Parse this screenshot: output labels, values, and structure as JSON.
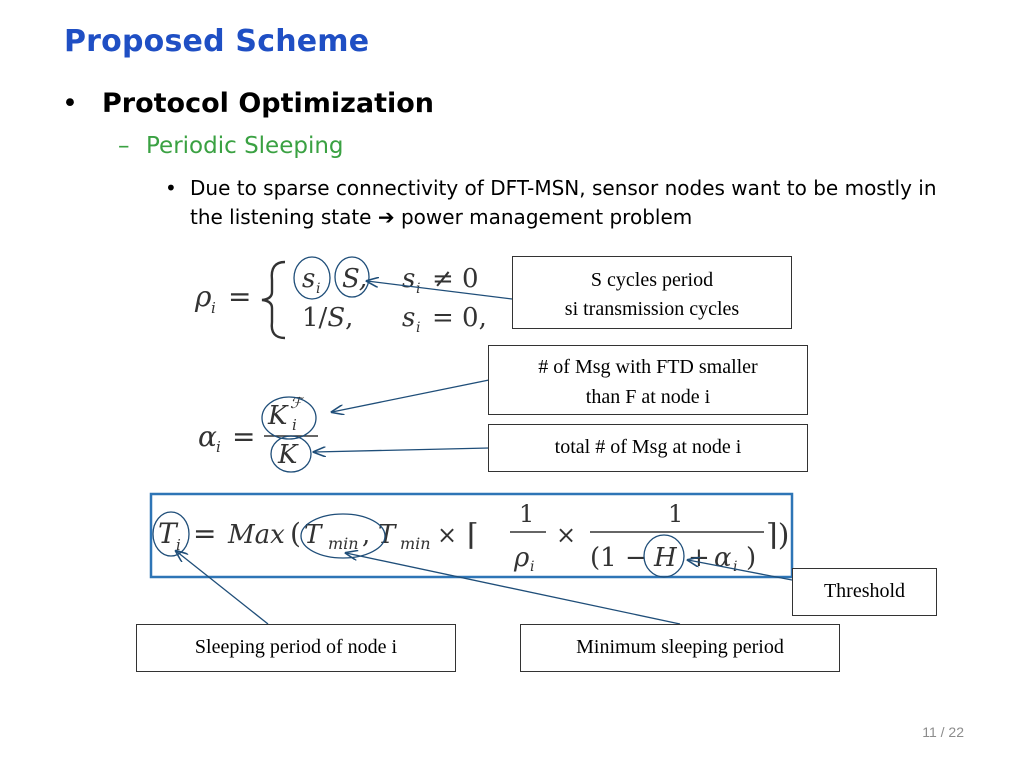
{
  "slide": {
    "title": "Proposed Scheme",
    "bullet_level1": "Protocol Optimization",
    "bullet_level1_marker": "•",
    "bullet_level2": "Periodic Sleeping",
    "bullet_level2_marker": "–",
    "bullet_level3_marker": "•",
    "bullet_level3_part1": "Due to sparse connectivity of DFT-MSN, sensor nodes want to be mostly in the listening state",
    "bullet_level3_arrow": "➔",
    "bullet_level3_part2": "power management problem",
    "page_number": "11 / 22"
  },
  "annotations": {
    "s_cycles": [
      "S cycles period",
      "si transmission cycles"
    ],
    "msg_ftd": [
      "# of Msg with FTD smaller",
      "than F at node i"
    ],
    "total_msg": "total # of Msg at node i",
    "threshold": "Threshold",
    "sleeping_period": "Sleeping period of node i",
    "min_sleeping": "Minimum sleeping period"
  },
  "colors": {
    "title": "#1f4fc4",
    "subbullet": "#3aa142",
    "highlight_box": "#2e75b6",
    "arrow": "#1f4e79"
  }
}
